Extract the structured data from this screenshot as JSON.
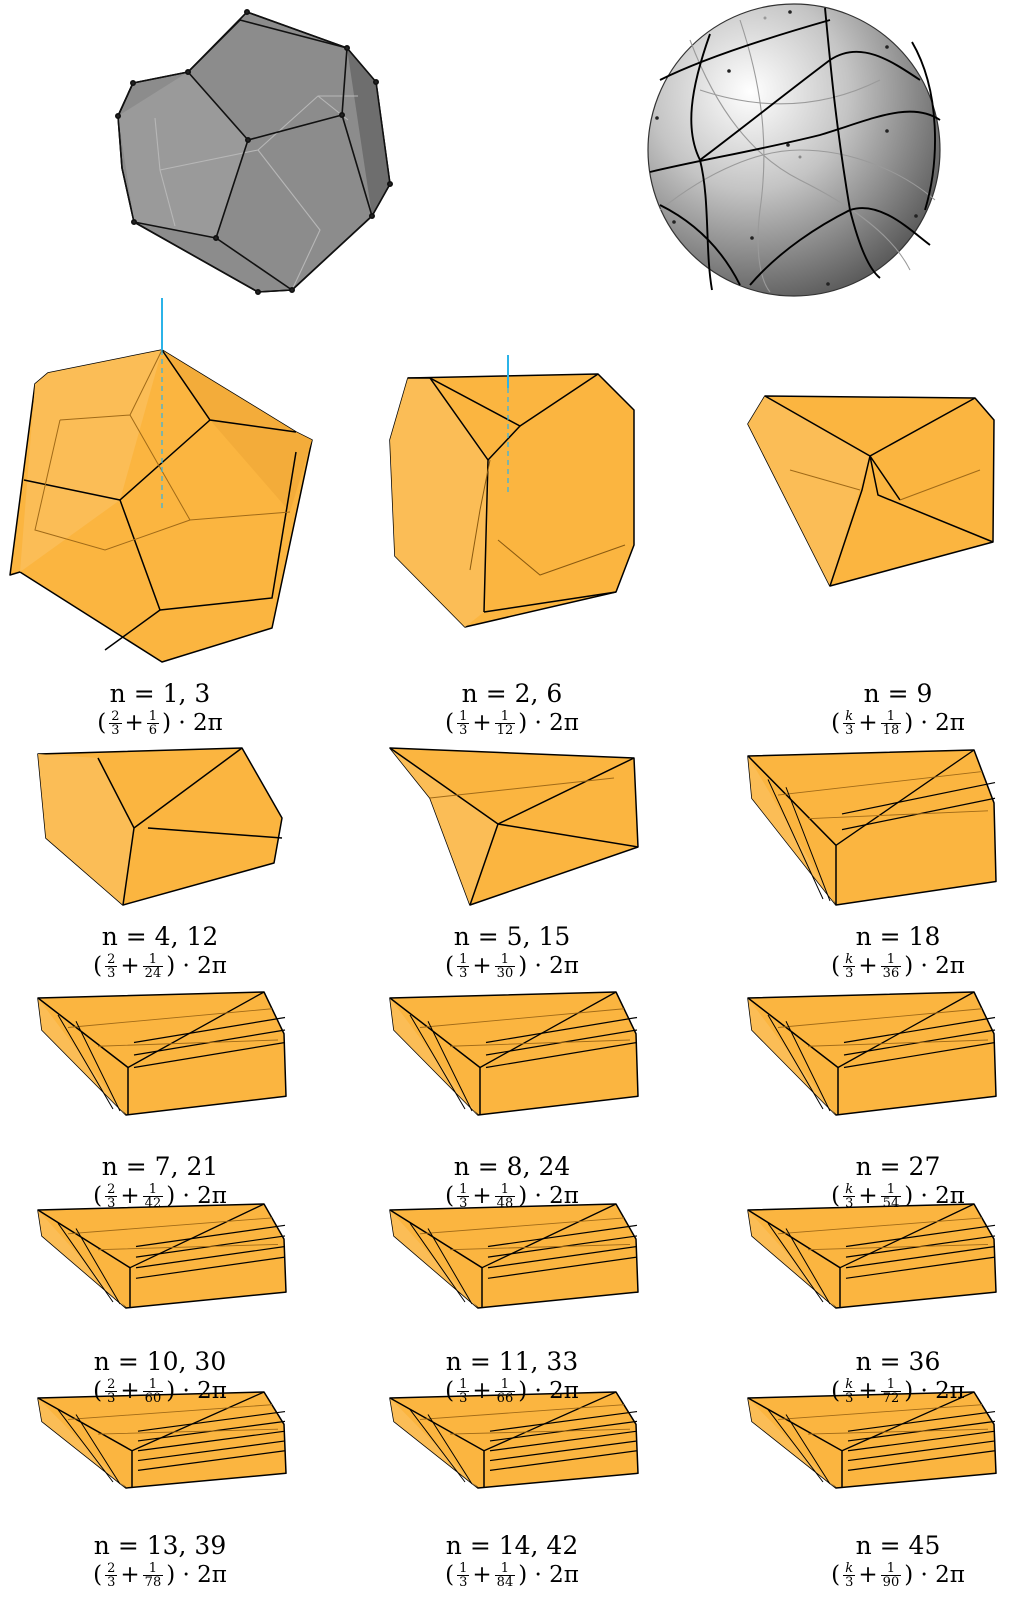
{
  "top_figures": [
    {
      "name": "gray-dodecahedron",
      "color": "#8f8f8f"
    },
    {
      "name": "sphere-tiling",
      "color": "#bcbcbc"
    }
  ],
  "accent_colors": {
    "solid": "#fbb540",
    "axis": "#2bb3e8",
    "edge": "#000000"
  },
  "panels": [
    {
      "n_label": "n = 1, 3",
      "a": "2",
      "a_italic": false,
      "b": "6"
    },
    {
      "n_label": "n = 2, 6",
      "a": "1",
      "a_italic": false,
      "b": "12"
    },
    {
      "n_label": "n = 9",
      "a": "k",
      "a_italic": true,
      "b": "18"
    },
    {
      "n_label": "n = 4, 12",
      "a": "2",
      "a_italic": false,
      "b": "24"
    },
    {
      "n_label": "n = 5, 15",
      "a": "1",
      "a_italic": false,
      "b": "30"
    },
    {
      "n_label": "n = 18",
      "a": "k",
      "a_italic": true,
      "b": "36"
    },
    {
      "n_label": "n = 7, 21",
      "a": "2",
      "a_italic": false,
      "b": "42"
    },
    {
      "n_label": "n = 8, 24",
      "a": "1",
      "a_italic": false,
      "b": "48"
    },
    {
      "n_label": "n = 27",
      "a": "k",
      "a_italic": true,
      "b": "54"
    },
    {
      "n_label": "n = 10, 30",
      "a": "2",
      "a_italic": false,
      "b": "60"
    },
    {
      "n_label": "n = 11, 33",
      "a": "1",
      "a_italic": false,
      "b": "66"
    },
    {
      "n_label": "n = 36",
      "a": "k",
      "a_italic": true,
      "b": "72"
    },
    {
      "n_label": "n = 13, 39",
      "a": "2",
      "a_italic": false,
      "b": "78"
    },
    {
      "n_label": "n = 14, 42",
      "a": "1",
      "a_italic": false,
      "b": "84"
    },
    {
      "n_label": "n = 45",
      "a": "k",
      "a_italic": true,
      "b": "90"
    }
  ],
  "formula": {
    "lparen": "(",
    "denom_a": "3",
    "plus": "+",
    "one": "1",
    "tail": ") · 2π"
  }
}
